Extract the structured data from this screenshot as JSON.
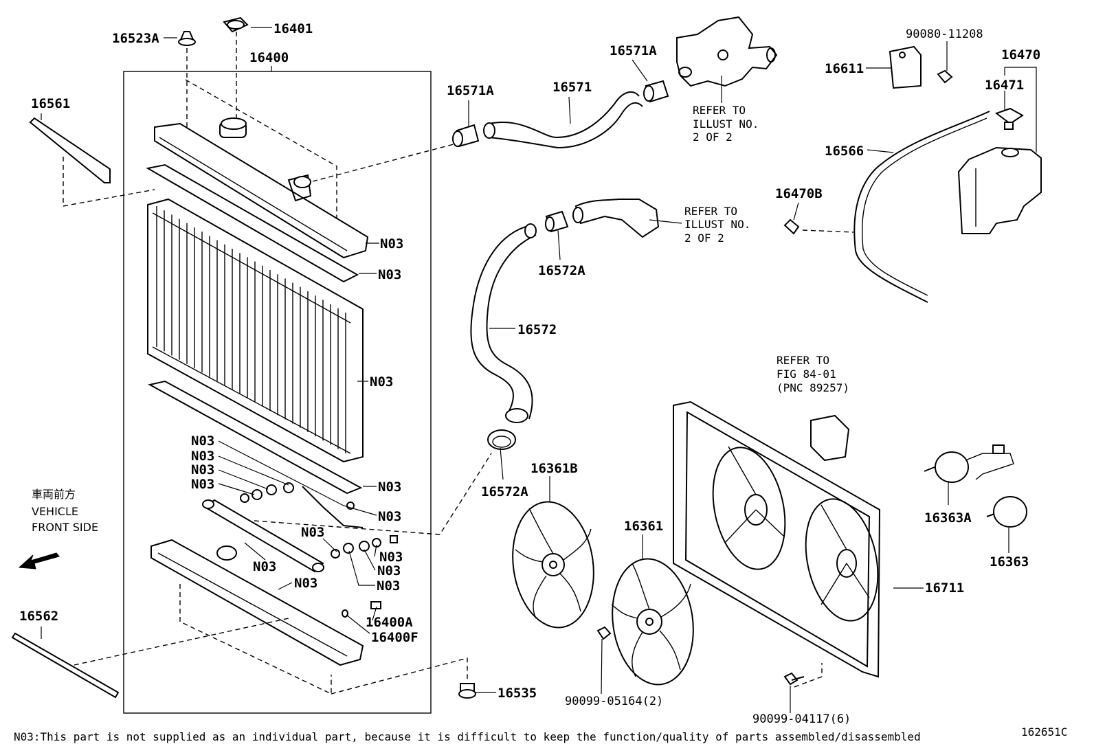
{
  "labels": {
    "p16523A": "16523A",
    "p16401": "16401",
    "p16400": "16400",
    "p16561": "16561",
    "p16571A_top": "16571A",
    "p16571A_left": "16571A",
    "p16571": "16571",
    "p90080": "90080-11208",
    "p16611": "16611",
    "p16470": "16470",
    "p16471": "16471",
    "p16566": "16566",
    "p16470B": "16470B",
    "p16572A_top": "16572A",
    "p16572": "16572",
    "p16572A_bottom": "16572A",
    "p16361B": "16361B",
    "p16361": "16361",
    "p16363A": "16363A",
    "p16363": "16363",
    "p16711": "16711",
    "p16400A": "16400A",
    "p16400F": "16400F",
    "p16562": "16562",
    "p16535": "16535",
    "p90099_05164": "90099-05164(2)",
    "p90099_04117": "90099-04117(6)",
    "n03": "N03"
  },
  "refer_notes": {
    "hose_upper": [
      "REFER TO",
      "ILLUST NO.",
      "2 OF 2"
    ],
    "hose_lower": [
      "REFER TO",
      "ILLUST NO.",
      "2 OF 2"
    ],
    "fan_controller": [
      "REFER TO",
      "FIG 84-01",
      "(PNC 89257)"
    ]
  },
  "direction": {
    "japanese": "車両前方",
    "line1": "VEHICLE",
    "line2": "FRONT SIDE"
  },
  "footnote": "N03:This part is not supplied as an individual part, because it is difficult to keep the function/quality of parts assembled/disassembled",
  "figure_id": "162651C"
}
